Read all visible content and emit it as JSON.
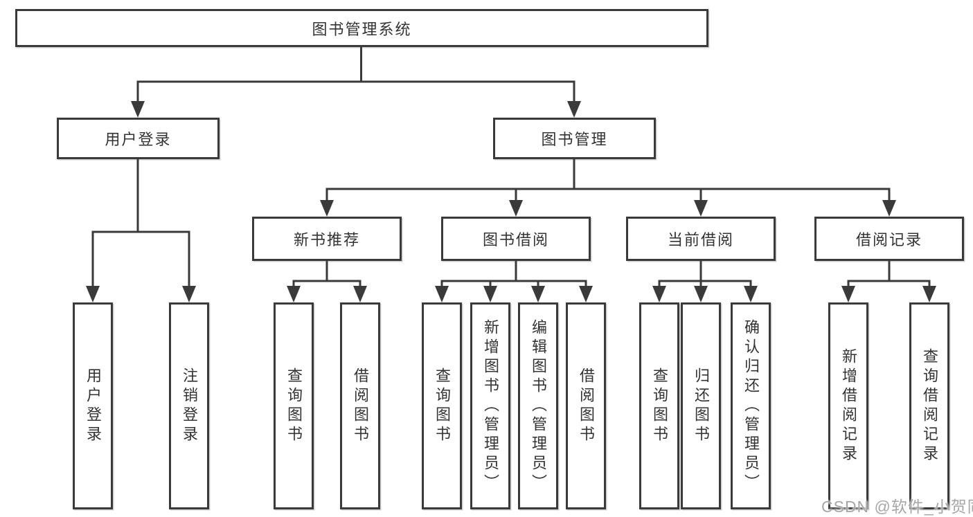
{
  "diagram": {
    "tree": {
      "label": "图书管理系统",
      "children": [
        {
          "label": "用户登录",
          "children": [
            {
              "label": "用户登录"
            },
            {
              "label": "注销登录"
            }
          ]
        },
        {
          "label": "图书管理",
          "children": [
            {
              "label": "新书推荐",
              "children": [
                {
                  "label": "查询图书"
                },
                {
                  "label": "借阅图书"
                }
              ]
            },
            {
              "label": "图书借阅",
              "children": [
                {
                  "label": "查询图书"
                },
                {
                  "label": "新增图书（管理员）"
                },
                {
                  "label": "编辑图书（管理员）"
                },
                {
                  "label": "借阅图书"
                }
              ]
            },
            {
              "label": "当前借阅",
              "children": [
                {
                  "label": "查询图书"
                },
                {
                  "label": "归还图书"
                },
                {
                  "label": "确认归还（管理员）"
                }
              ]
            },
            {
              "label": "借阅记录",
              "children": [
                {
                  "label": "新增借阅记录"
                },
                {
                  "label": "查询借阅记录"
                }
              ]
            }
          ]
        }
      ]
    },
    "colors": {
      "line": "#3a3a3a",
      "text": "#333333",
      "background": "#ffffff",
      "watermark": "#a6a6a6"
    }
  },
  "watermark": {
    "text": "CSDN @软件_小贺同学"
  }
}
